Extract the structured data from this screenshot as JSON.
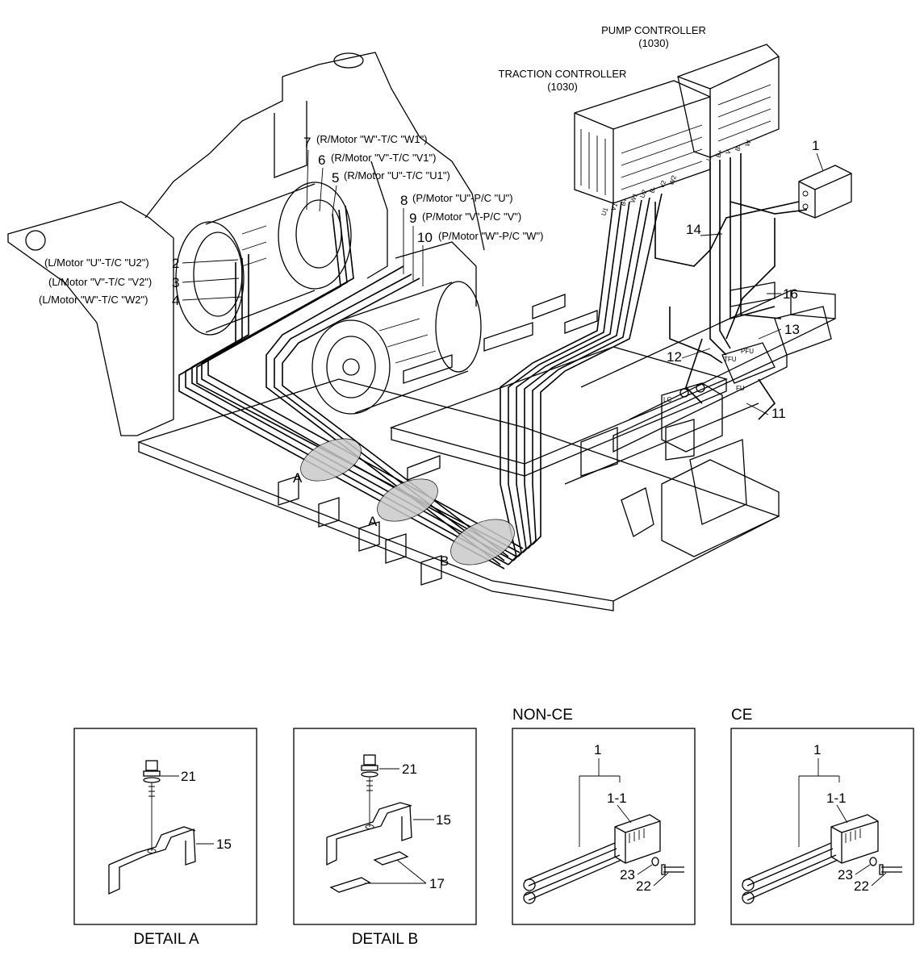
{
  "controllers": {
    "pump_title": "PUMP CONTROLLER",
    "pump_model": "(1030)",
    "traction_title": "TRACTION CONTROLLER",
    "traction_model": "(1030)"
  },
  "callouts": [
    {
      "num": "7",
      "text": "(R/Motor \"W\"-T/C \"W1\")"
    },
    {
      "num": "6",
      "text": "(R/Motor \"V\"-T/C \"V1\")"
    },
    {
      "num": "5",
      "text": "(R/Motor \"U\"-T/C \"U1\")"
    },
    {
      "num": "8",
      "text": "(P/Motor \"U\"-P/C \"U\")"
    },
    {
      "num": "9",
      "text": "(P/Motor \"V\"-P/C \"V\")"
    },
    {
      "num": "10",
      "text": "(P/Motor \"W\"-P/C \"W\")"
    },
    {
      "num": "2",
      "text": "(L/Motor \"U\"-T/C \"U2\")"
    },
    {
      "num": "3",
      "text": "(L/Motor \"V\"-T/C \"V2\")"
    },
    {
      "num": "4",
      "text": "(L/Motor \"W\"-T/C \"W2\")"
    }
  ],
  "part_numbers": {
    "p1": "1",
    "p14": "14",
    "p16": "16",
    "p13": "13",
    "p12": "12",
    "p11": "11"
  },
  "detail_markers": {
    "a1": "A",
    "a2": "A",
    "b": "B"
  },
  "terminal_labels": {
    "traction": [
      "U1",
      "V1",
      "B+",
      "W1",
      "U2",
      "B-",
      "V2",
      "W2"
    ],
    "pump": [
      "U",
      "B+",
      "V",
      "B-",
      "W"
    ],
    "fuses": [
      "PFU",
      "TFU",
      "FU",
      "LC"
    ]
  },
  "details": {
    "detail_a": {
      "caption": "DETAIL A",
      "n21": "21",
      "n15": "15"
    },
    "detail_b": {
      "caption": "DETAIL B",
      "n21": "21",
      "n15": "15",
      "n17": "17"
    },
    "non_ce": {
      "heading": "NON-CE",
      "n1": "1",
      "n1_1": "1-1",
      "n23": "23",
      "n22": "22"
    },
    "ce": {
      "heading": "CE",
      "n1": "1",
      "n1_1": "1-1",
      "n23": "23",
      "n22": "22"
    }
  }
}
